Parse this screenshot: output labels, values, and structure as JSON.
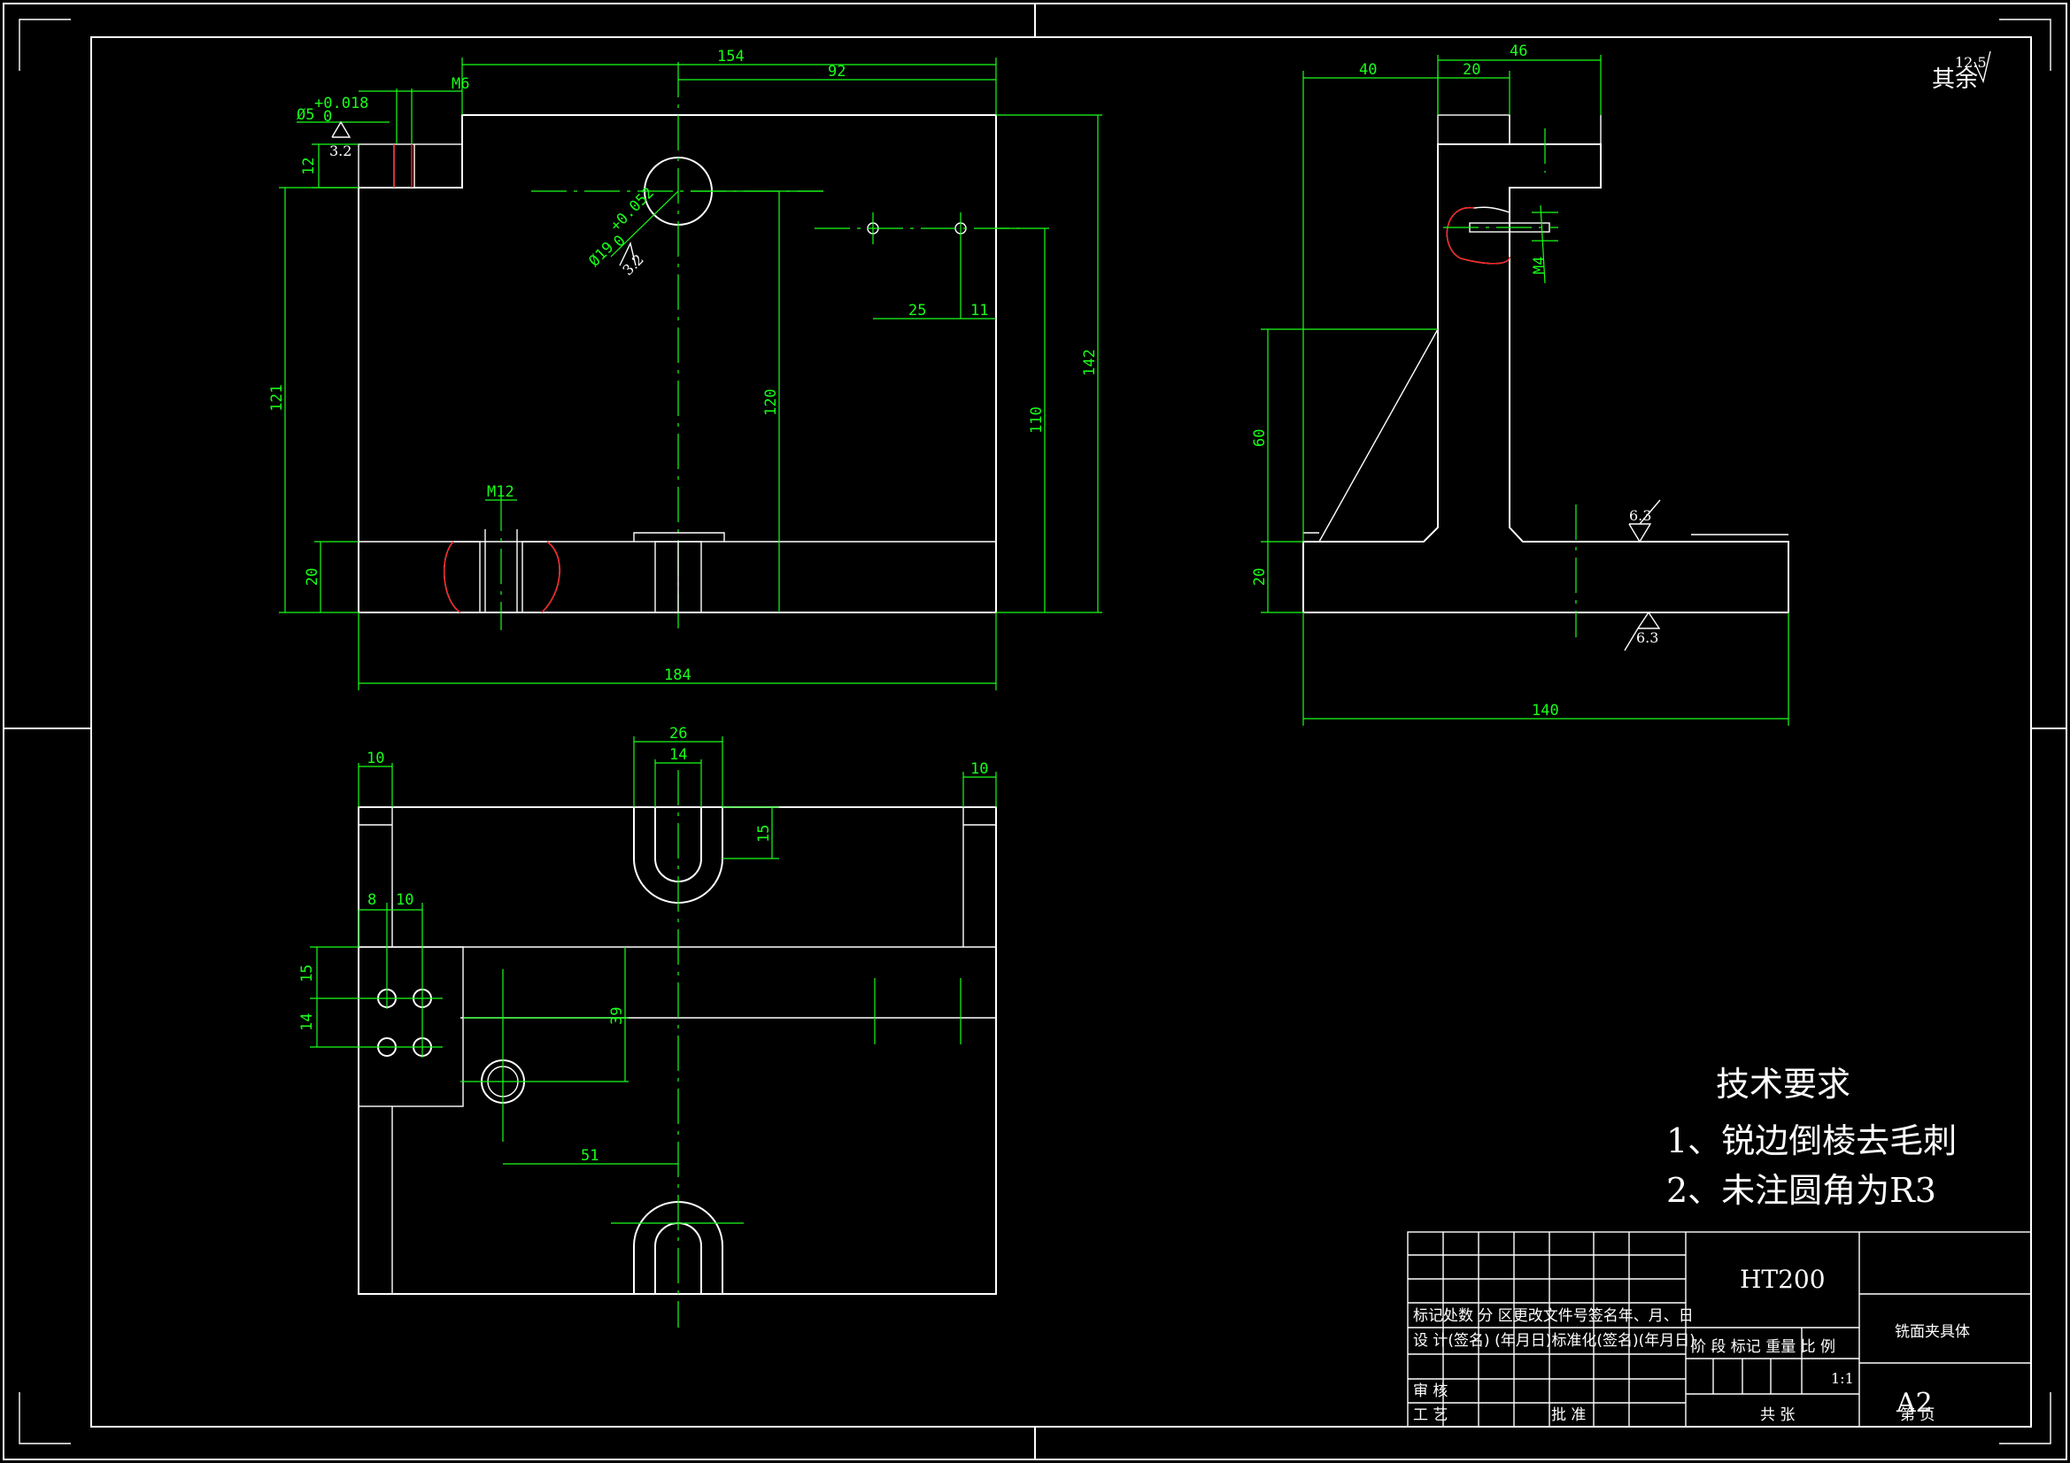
{
  "drawing": {
    "roughness_note": {
      "symbol_value": "12.5",
      "label": "其余"
    },
    "front_view": {
      "dims": {
        "top_width_154": "154",
        "offset_92": "92",
        "m6": "M6",
        "hole_d5": "Ø5",
        "tol_d5_upper": "+0.018",
        "tol_d5_lower": "0",
        "rough_32_a": "3.2",
        "height_12": "12",
        "height_121": "121",
        "hole_d19": "Ø19",
        "tol_d19_upper": "+0.052",
        "tol_d19_lower": "0",
        "rough_32_b": "3.2",
        "height_120": "120",
        "height_110": "110",
        "height_142": "142",
        "spacing_25": "25",
        "offset_11": "11",
        "m12": "M12",
        "height_20": "20",
        "width_184": "184"
      }
    },
    "side_view": {
      "dims": {
        "width_40": "40",
        "width_20": "20",
        "width_46": "46",
        "m4": "M4",
        "height_60": "60",
        "height_20": "20",
        "rough_63_a": "6.3",
        "rough_63_b": "6.3",
        "width_140": "140"
      }
    },
    "top_view": {
      "dims": {
        "edge_10_left": "10",
        "slot_26": "26",
        "slot_14": "14",
        "edge_10_right": "10",
        "slot_depth_15": "15",
        "gap_8": "8",
        "gap_10": "10",
        "row_15": "15",
        "row_14": "14",
        "height_39": "39",
        "offset_51": "51"
      }
    },
    "technical_requirements": {
      "title": "技术要求",
      "item_1": "1、锐边倒棱去毛刺",
      "item_2": "2、未注圆角为R3"
    },
    "title_block": {
      "material": "HT200",
      "part_name": "铣面夹具体",
      "sheet_size": "A2",
      "scale": "1:1",
      "row_headers": "标记处数 分  区更改文件号签名年、月、日",
      "design_row": "设  计(签名)  (年月日)标准化(签名)(年月日)",
      "stage_row": "阶  段  标记  重量  比  例",
      "review": "审  核",
      "process": "工  艺",
      "approve": "批  准",
      "total_sheets": "共    张",
      "sheet_no": "第    页"
    }
  }
}
